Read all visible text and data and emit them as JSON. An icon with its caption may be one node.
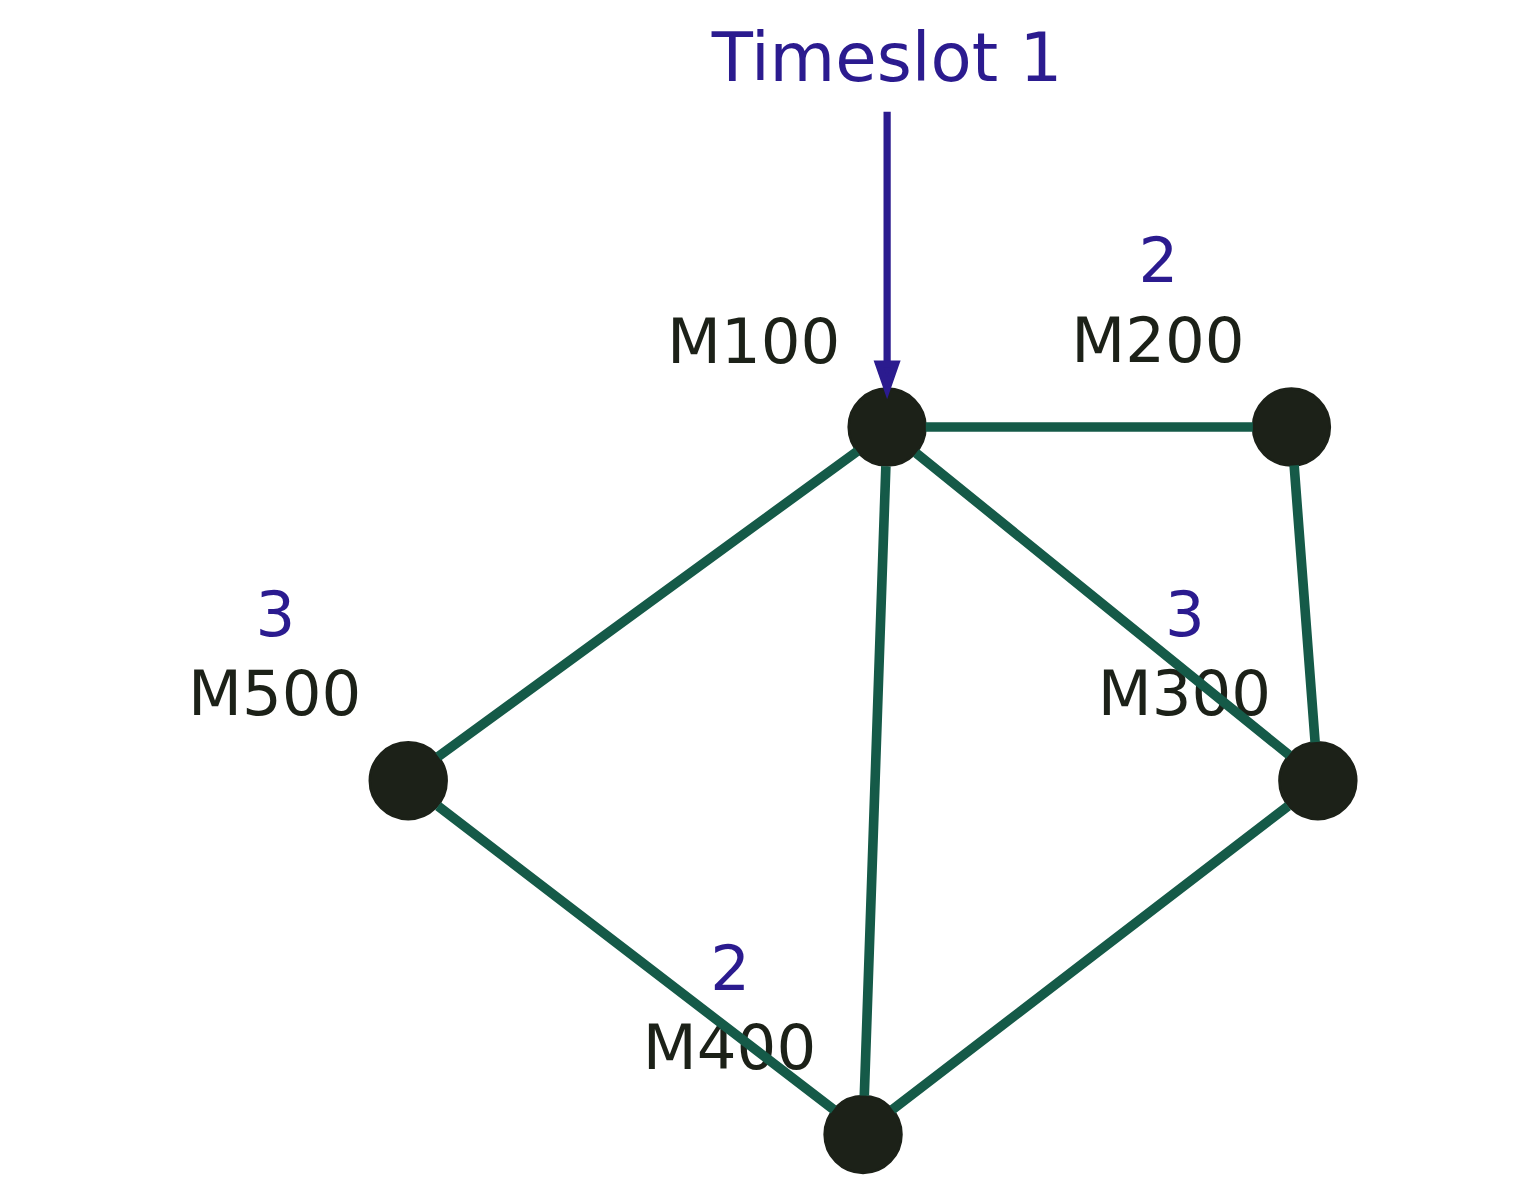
{
  "diagram": {
    "nodes": [
      {
        "text": [
          "Timeslot 1"
        ]
      },
      {
        "text": [],
        "shape": "circle",
        "beside": [
          "M100"
        ]
      },
      {
        "text": [],
        "shape": "circle",
        "beside": [
          "2",
          "M200"
        ]
      },
      {
        "text": [],
        "shape": "circle",
        "beside": [
          "3",
          "M300"
        ]
      },
      {
        "text": [],
        "shape": "circle",
        "beside": [
          "3",
          "M500"
        ]
      },
      {
        "text": [],
        "shape": "circle",
        "beside": [
          "2",
          "M400"
        ]
      }
    ],
    "edges": [
      {
        "from": 0,
        "to": 1,
        "arrow": "to",
        "color": "#2b1b8f"
      },
      {
        "from": 1,
        "to": 2,
        "arrow": "none"
      },
      {
        "from": 1,
        "to": 4,
        "arrow": "none"
      },
      {
        "from": 1,
        "to": 5,
        "arrow": "none"
      },
      {
        "from": 1,
        "to": 3,
        "arrow": "none"
      },
      {
        "from": 2,
        "to": 3,
        "arrow": "none"
      },
      {
        "from": 4,
        "to": 5,
        "arrow": "none"
      },
      {
        "from": 5,
        "to": 3,
        "arrow": "none"
      }
    ]
  }
}
